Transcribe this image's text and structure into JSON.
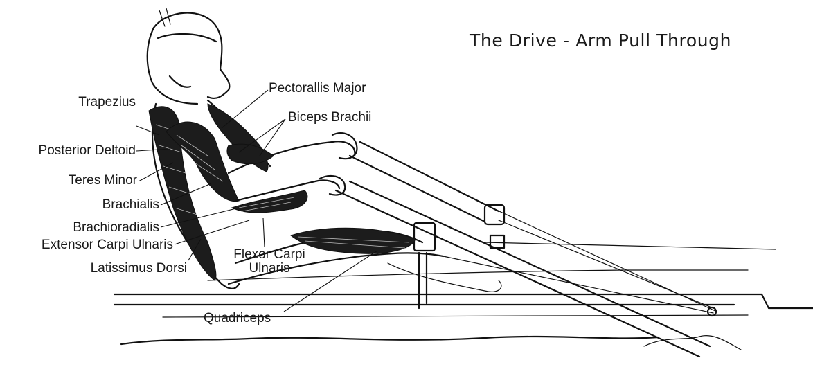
{
  "title": "The Drive - Arm Pull Through",
  "labels": {
    "trapezius": "Trapezius",
    "posterior_deltoid": "Posterior Deltoid",
    "teres_minor": "Teres Minor",
    "brachialis": "Brachialis",
    "brachioradialis": "Brachioradialis",
    "extensor_carpi_ulnaris": "Extensor Carpi Ulnaris",
    "latissimus_dorsi": "Latissimus Dorsi",
    "pectoralis_major": "Pectorallis Major",
    "biceps_brachii": "Biceps Brachii",
    "flexor_carpi_ulnaris_line1": "Flexor Carpi",
    "flexor_carpi_ulnaris_line2": "Ulnaris",
    "quadriceps": "Quadriceps"
  },
  "colors": {
    "ink": "#111111",
    "background": "#ffffff"
  }
}
